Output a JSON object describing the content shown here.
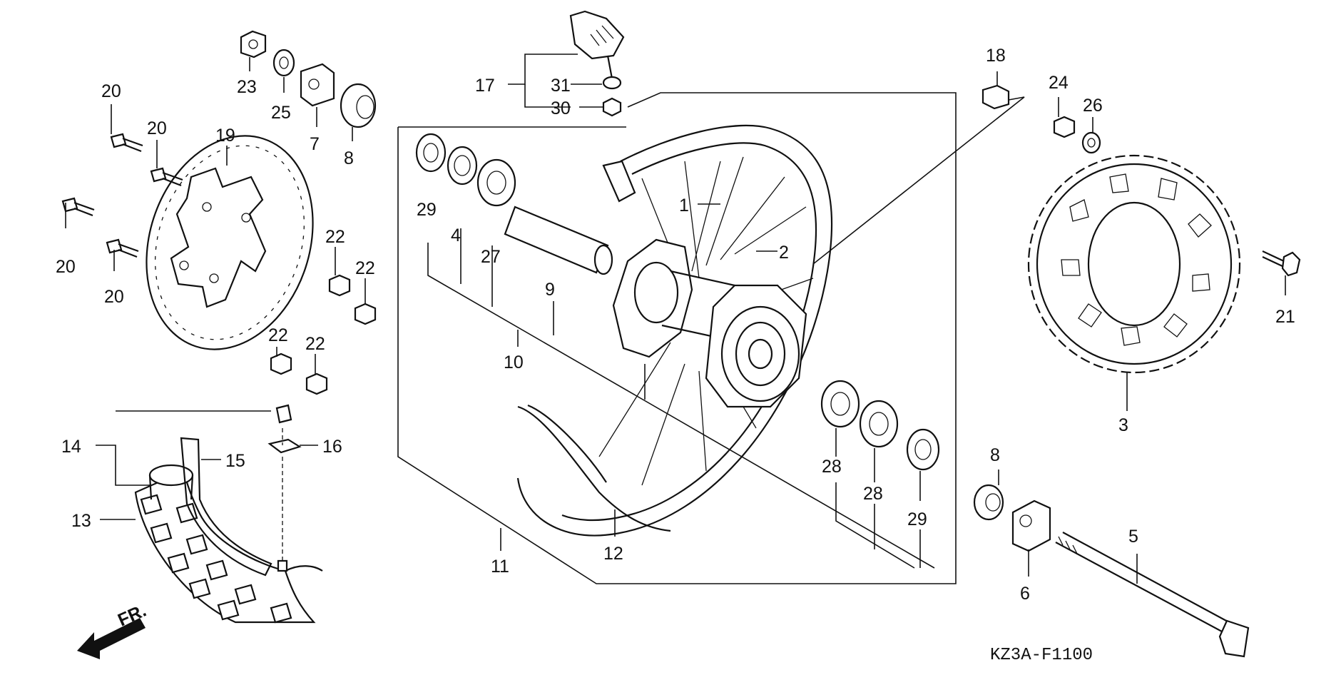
{
  "diagram": {
    "part_code": "KZ3A-F1100",
    "direction_label": "FR.",
    "callouts": [
      {
        "id": "c1",
        "label": "1"
      },
      {
        "id": "c2",
        "label": "2"
      },
      {
        "id": "c3",
        "label": "3"
      },
      {
        "id": "c4",
        "label": "4"
      },
      {
        "id": "c5",
        "label": "5"
      },
      {
        "id": "c6",
        "label": "6"
      },
      {
        "id": "c7",
        "label": "7"
      },
      {
        "id": "c8a",
        "label": "8"
      },
      {
        "id": "c8b",
        "label": "8"
      },
      {
        "id": "c9",
        "label": "9"
      },
      {
        "id": "c10",
        "label": "10"
      },
      {
        "id": "c11",
        "label": "11"
      },
      {
        "id": "c12",
        "label": "12"
      },
      {
        "id": "c13",
        "label": "13"
      },
      {
        "id": "c14",
        "label": "14"
      },
      {
        "id": "c15",
        "label": "15"
      },
      {
        "id": "c16",
        "label": "16"
      },
      {
        "id": "c17",
        "label": "17"
      },
      {
        "id": "c18",
        "label": "18"
      },
      {
        "id": "c19",
        "label": "19"
      },
      {
        "id": "c20a",
        "label": "20"
      },
      {
        "id": "c20b",
        "label": "20"
      },
      {
        "id": "c20c",
        "label": "20"
      },
      {
        "id": "c20d",
        "label": "20"
      },
      {
        "id": "c21",
        "label": "21"
      },
      {
        "id": "c22a",
        "label": "22"
      },
      {
        "id": "c22b",
        "label": "22"
      },
      {
        "id": "c22c",
        "label": "22"
      },
      {
        "id": "c22d",
        "label": "22"
      },
      {
        "id": "c23",
        "label": "23"
      },
      {
        "id": "c24",
        "label": "24"
      },
      {
        "id": "c25",
        "label": "25"
      },
      {
        "id": "c26",
        "label": "26"
      },
      {
        "id": "c27",
        "label": "27"
      },
      {
        "id": "c28a",
        "label": "28"
      },
      {
        "id": "c28b",
        "label": "28"
      },
      {
        "id": "c29a",
        "label": "29"
      },
      {
        "id": "c29b",
        "label": "29"
      },
      {
        "id": "c30",
        "label": "30"
      },
      {
        "id": "c31",
        "label": "31"
      }
    ]
  }
}
